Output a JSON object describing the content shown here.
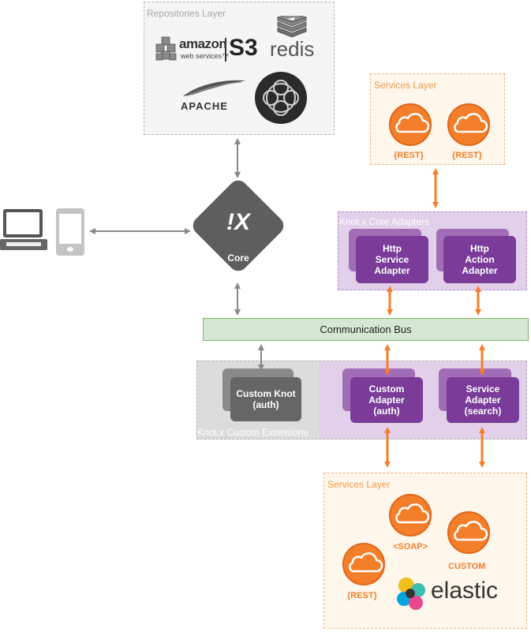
{
  "colors": {
    "orange": "#f47f2b",
    "purple_card": "#7a3b99",
    "purple_card_back": "#a06db6",
    "purple_layer": "#e2d0ea",
    "gray_card": "#666666",
    "gray_card_back": "#8a8a8a",
    "gray_layer": "#dcdcdc",
    "bus_green": "#d5e8d4",
    "bus_border": "#82b366",
    "gray_arrow": "#888888"
  },
  "repositories_layer": {
    "label": "Repositories Layer",
    "logos": {
      "amazon_line1": "amazon",
      "amazon_line2": "web services™",
      "s3": "S3",
      "redis": "redis",
      "apache": "APACHE"
    }
  },
  "services_top": {
    "label": "Services Layer",
    "services": [
      {
        "label": "{REST}"
      },
      {
        "label": "{REST}"
      }
    ]
  },
  "core": {
    "logo": "!X",
    "label": "Core"
  },
  "core_adapters": {
    "label": "Knot.x Core Adapters",
    "cards": [
      "Http\nService\nAdapter",
      "Http\nAction\nAdapter"
    ]
  },
  "bus": {
    "label": "Communication Bus"
  },
  "custom_extensions": {
    "label": "Knot.x Custom Extensions",
    "knot": "Custom Knot\n(auth)",
    "adapters": [
      "Custom\nAdapter\n(auth)",
      "Service\nAdapter\n(search)"
    ]
  },
  "services_bottom": {
    "label": "Services Layer",
    "soap": "<SOAP>",
    "custom": "CUSTOM",
    "rest": "{REST}",
    "elastic": "elastic"
  }
}
